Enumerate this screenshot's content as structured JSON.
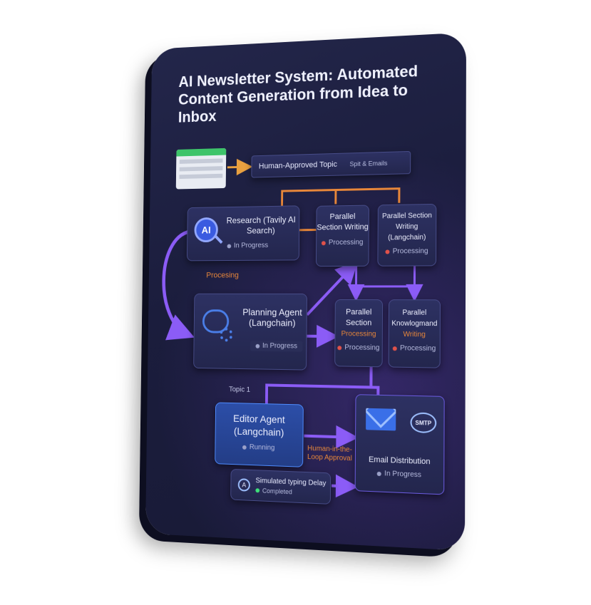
{
  "header": {
    "title": "AI Newsletter System: Automated Content Generation from Idea to Inbox"
  },
  "topic_bar": {
    "label": "Human-Approved Topic",
    "extra": "Spit & Emails"
  },
  "research": {
    "badge": "AI",
    "title": "Research (Tavily AI Search)",
    "status": "In Progress"
  },
  "parallel_1": {
    "title": "Parallel Section Writing",
    "status": "Processing"
  },
  "parallel_2": {
    "title": "Parallel Section Writing (Langchain)",
    "status": "Processing"
  },
  "processing_label": "Procesing",
  "planning": {
    "title": "Planning Agent (Langchain)",
    "status": "In Progress"
  },
  "parallel_3": {
    "title": "Parallel Section",
    "sub": "Processing",
    "status": "Processing"
  },
  "parallel_4": {
    "title": "Parallel Knowlogmand",
    "sub": "Writing",
    "status": "Processing"
  },
  "topic_label": "Topic 1",
  "editor": {
    "title": "Editor Agent (Langchain)",
    "status": "Running"
  },
  "hitl_label": "Human-in-the-Loop Approval",
  "email": {
    "smtp": "SMTP",
    "title": "Email Distribution",
    "status": "In Progress"
  },
  "typing": {
    "title": "Simulated typing Delay",
    "status": "Completed"
  },
  "colors": {
    "accent_orange": "#e8873a",
    "accent_purple": "#8b5cf6",
    "status_green": "#3ee07a",
    "status_red": "#e0524a"
  }
}
